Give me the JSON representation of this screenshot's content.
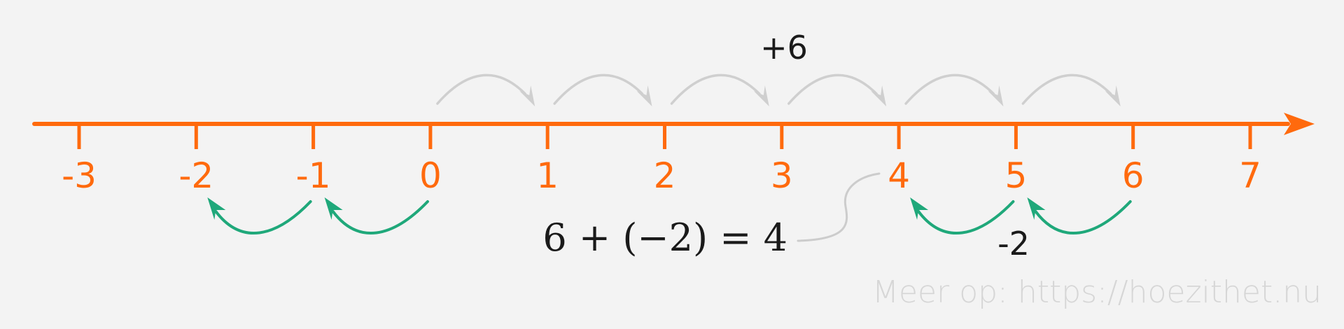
{
  "number_line": {
    "min": -3,
    "max": 7,
    "tick_values": [
      -3,
      -2,
      -1,
      0,
      1,
      2,
      3,
      4,
      5,
      6,
      7
    ],
    "tick_labels": [
      "-3",
      "-2",
      "-1",
      "0",
      "1",
      "2",
      "3",
      "4",
      "5",
      "6",
      "7"
    ]
  },
  "jumps_positive": {
    "label": "+6",
    "from": 0,
    "to": 6,
    "color": "#cfcfcf"
  },
  "jumps_negative_left": {
    "from": 0,
    "to": -2,
    "color": "#1fa87a"
  },
  "jumps_negative_right": {
    "label": "-2",
    "from": 6,
    "to": 4,
    "color": "#1fa87a"
  },
  "equation": "6 + (−2) = 4",
  "watermark": "Meer op: https://hoezithet.nu",
  "colors": {
    "axis": "#ff6a0d",
    "background": "#f3f3f3",
    "label": "#ff6a0d",
    "equation": "#1a1a1a",
    "connector": "#cccccc"
  }
}
